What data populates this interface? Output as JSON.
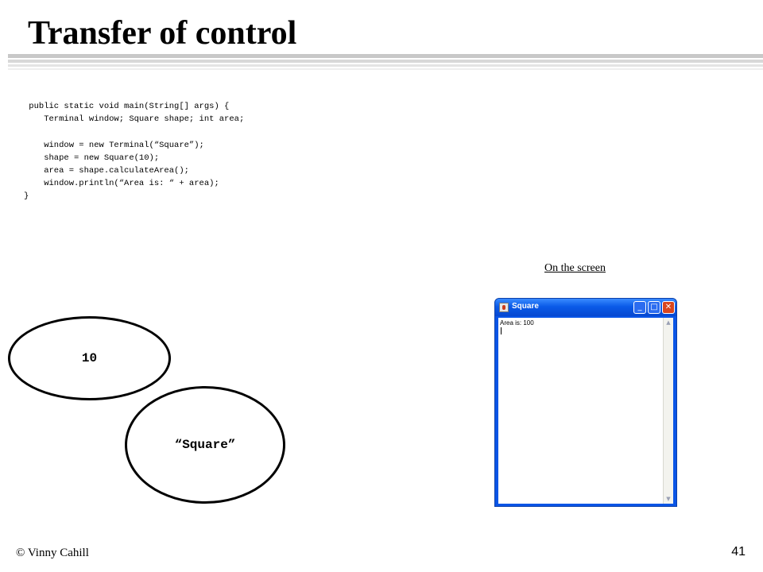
{
  "slide": {
    "title": "Transfer of control",
    "code_lines": [
      " public static void main(String[] args) {",
      "    Terminal window; Square shape; int area;",
      "",
      "    window = new Terminal(“Square”);",
      "    shape = new Square(10);",
      "    area = shape.calculateArea();",
      "    window.println(“Area is: “ + area);",
      "}"
    ],
    "screen_label": "On the screen",
    "objects": {
      "int_value": "10",
      "string_value": "“Square”"
    },
    "window": {
      "title": "Square",
      "content": "Area is: 100",
      "min_glyph": "_",
      "max_glyph": "□",
      "close_glyph": "✕",
      "scroll_up_glyph": "▲",
      "scroll_down_glyph": "▼",
      "colors": {
        "titlebar": "#0a5ae8",
        "close": "#d8461f"
      }
    },
    "footer": {
      "author": "© Vinny Cahill",
      "page_number": "41"
    }
  }
}
